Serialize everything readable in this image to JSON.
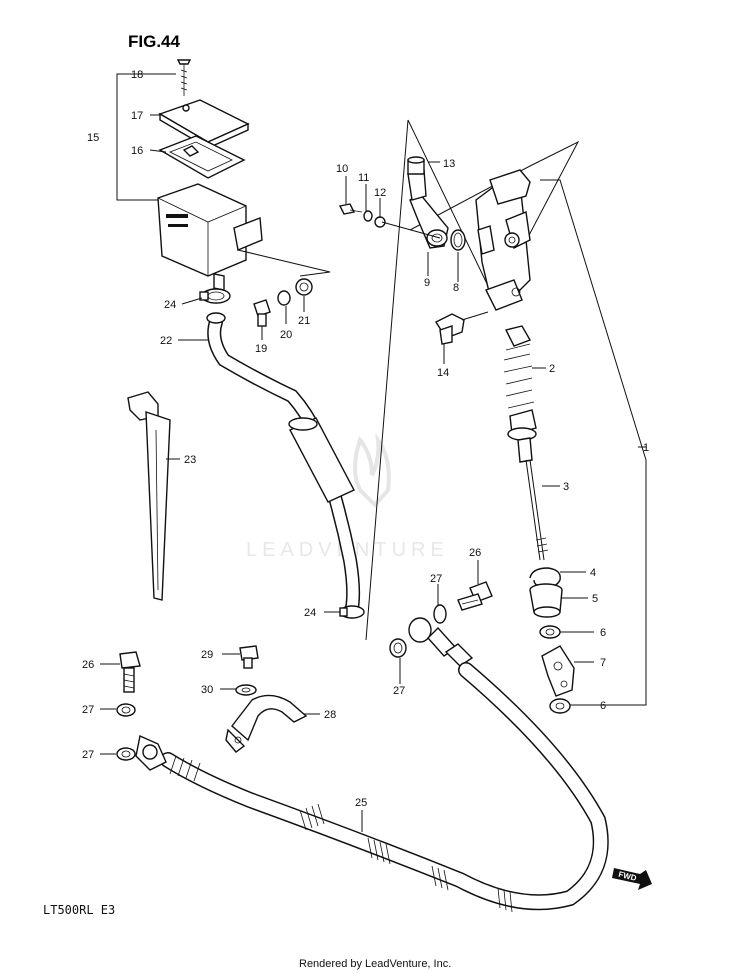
{
  "figure": {
    "title": "FIG.44",
    "model_code": "LT500RL  E3",
    "footer": "Rendered by LeadVenture, Inc.",
    "watermark": "LEADVENTURE",
    "direction_label": "FWD"
  },
  "callouts": [
    {
      "id": "c18",
      "label": "18"
    },
    {
      "id": "c17",
      "label": "17"
    },
    {
      "id": "c15",
      "label": "15"
    },
    {
      "id": "c16",
      "label": "16"
    },
    {
      "id": "c10",
      "label": "10"
    },
    {
      "id": "c11",
      "label": "11"
    },
    {
      "id": "c12",
      "label": "12"
    },
    {
      "id": "c13",
      "label": "13"
    },
    {
      "id": "c9",
      "label": "9"
    },
    {
      "id": "c8",
      "label": "8"
    },
    {
      "id": "c24a",
      "label": "24"
    },
    {
      "id": "c19",
      "label": "19"
    },
    {
      "id": "c20",
      "label": "20"
    },
    {
      "id": "c21",
      "label": "21"
    },
    {
      "id": "c22",
      "label": "22"
    },
    {
      "id": "c14",
      "label": "14"
    },
    {
      "id": "c2",
      "label": "2"
    },
    {
      "id": "c1",
      "label": "1"
    },
    {
      "id": "c23",
      "label": "23"
    },
    {
      "id": "c3",
      "label": "3"
    },
    {
      "id": "c26a",
      "label": "26"
    },
    {
      "id": "c27a",
      "label": "27"
    },
    {
      "id": "c4",
      "label": "4"
    },
    {
      "id": "c5",
      "label": "5"
    },
    {
      "id": "c24b",
      "label": "24"
    },
    {
      "id": "c6a",
      "label": "6"
    },
    {
      "id": "c27b",
      "label": "27"
    },
    {
      "id": "c7",
      "label": "7"
    },
    {
      "id": "c29",
      "label": "29"
    },
    {
      "id": "c26b",
      "label": "26"
    },
    {
      "id": "c30",
      "label": "30"
    },
    {
      "id": "c6b",
      "label": "6"
    },
    {
      "id": "c27c",
      "label": "27"
    },
    {
      "id": "c28",
      "label": "28"
    },
    {
      "id": "c27d",
      "label": "27"
    },
    {
      "id": "c25",
      "label": "25"
    }
  ]
}
